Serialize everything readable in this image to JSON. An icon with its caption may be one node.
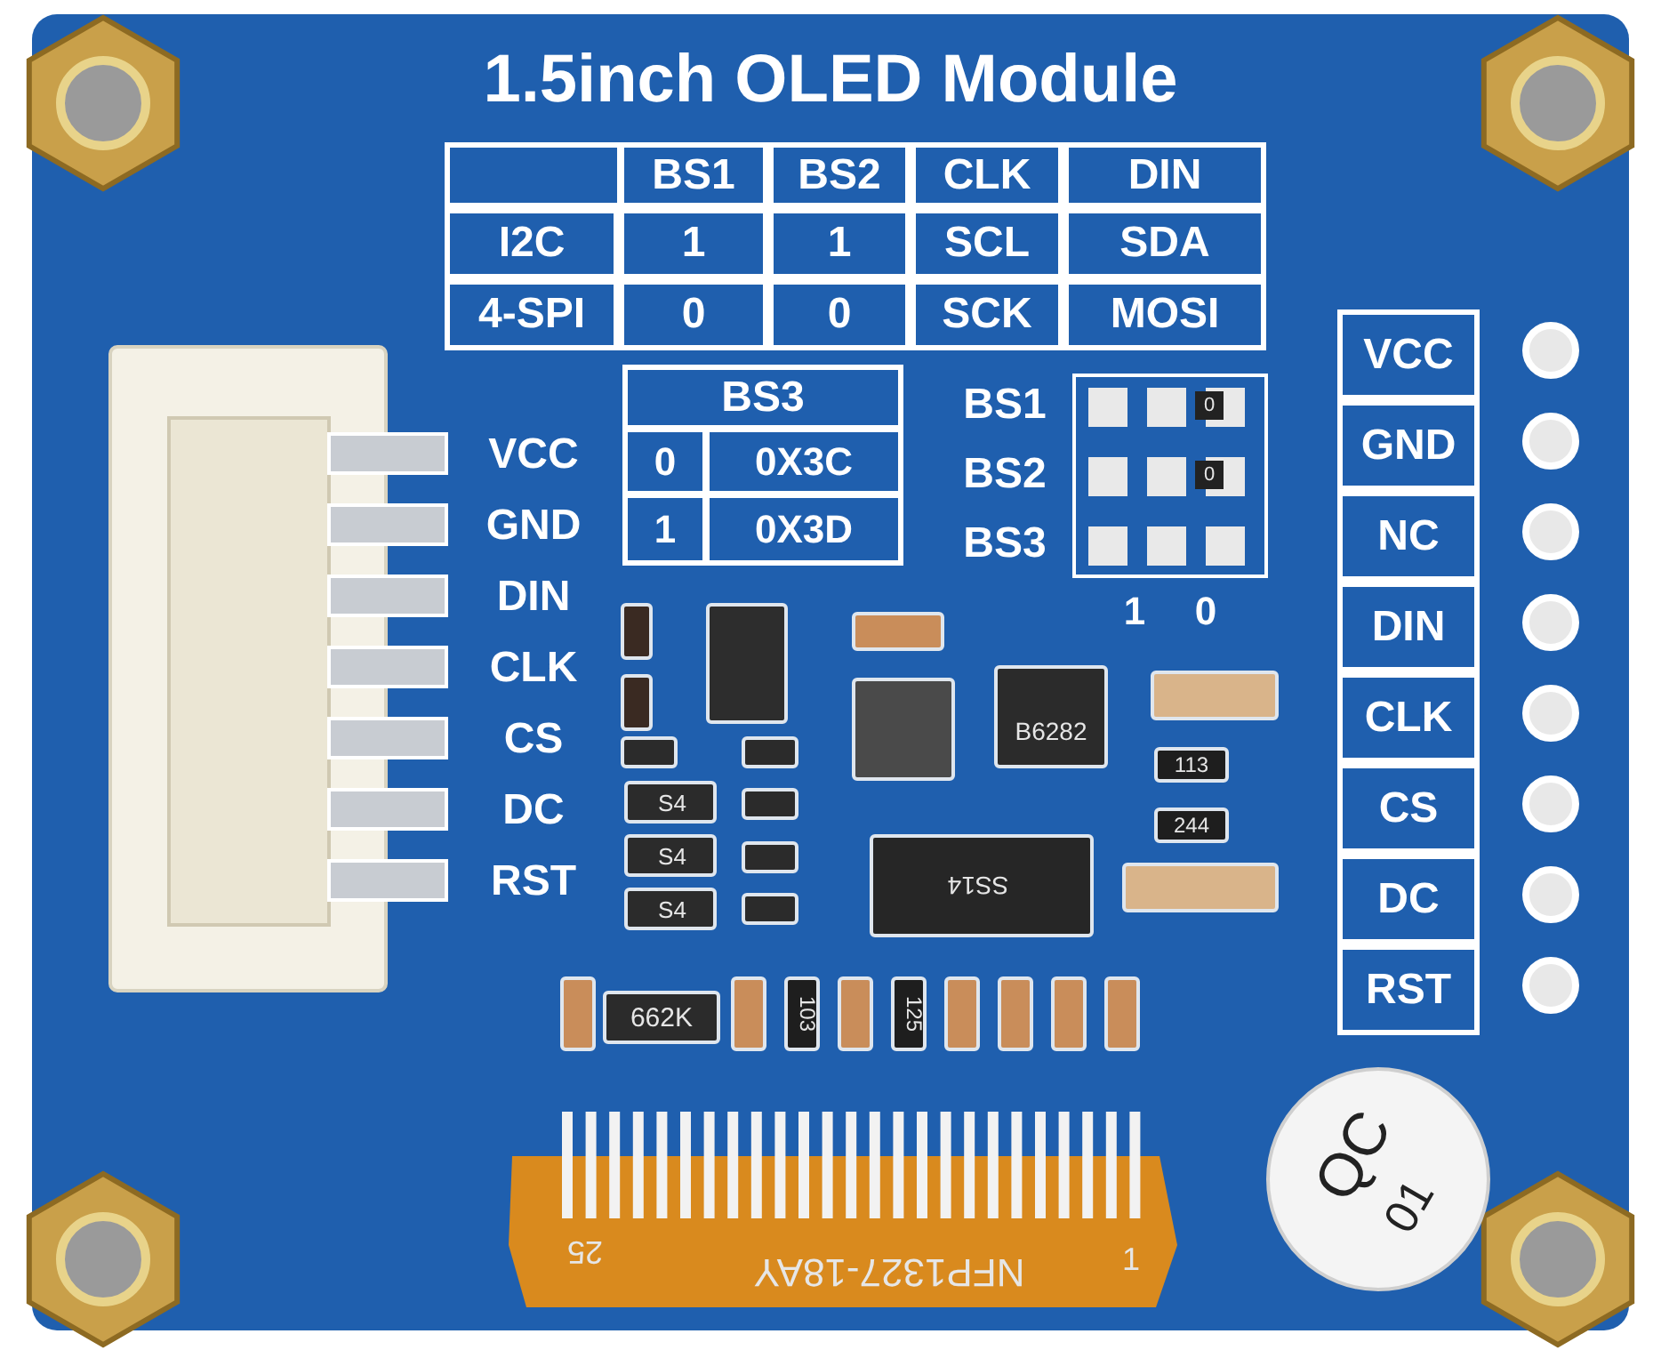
{
  "diagram": {
    "title": "1.5inch OLED Module",
    "labels": [
      "BS1",
      "BS2",
      "CLK",
      "DIN",
      "I2C",
      "1",
      "1",
      "SCL",
      "SDA",
      "4-SPI",
      "0",
      "0",
      "SCK",
      "MOSI",
      "BS3",
      "0",
      "0X3C",
      "1",
      "0X3D",
      "BS1",
      "BS2",
      "BS3",
      "0",
      "0",
      "1",
      "0",
      "VCC",
      "GND",
      "DIN",
      "CLK",
      "CS",
      "DC",
      "RST",
      "VCC",
      "GND",
      "NC",
      "DIN",
      "CLK",
      "CS",
      "DC",
      "RST",
      "S4",
      "S4",
      "S4",
      "B6282",
      "SS14",
      "113",
      "244",
      "662K",
      "103",
      "125",
      "25",
      "NFP1327-18AY",
      "1",
      "QC",
      "01"
    ]
  }
}
